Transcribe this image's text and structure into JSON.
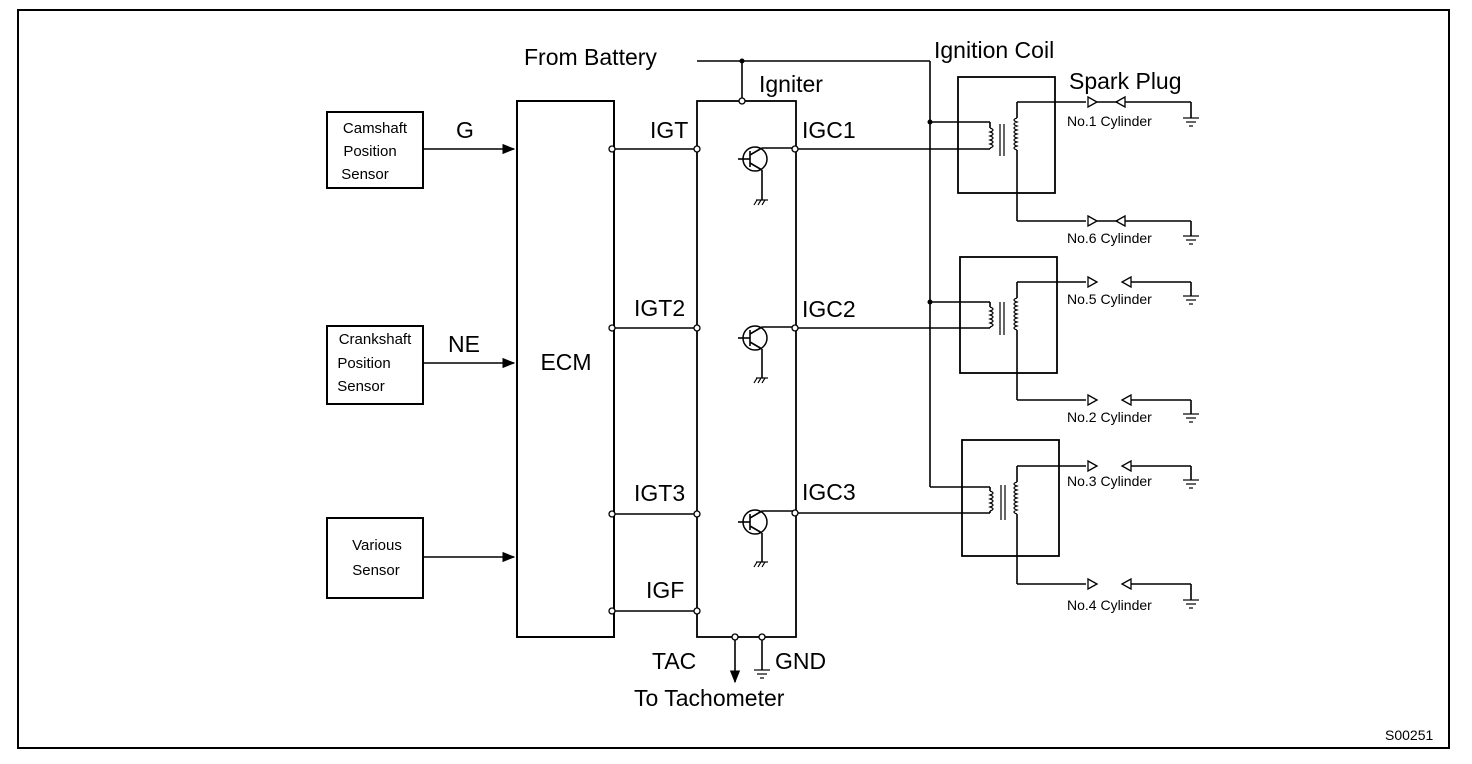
{
  "labels": {
    "from_battery": "From Battery",
    "ignition_coil": "Ignition Coil",
    "igniter": "Igniter",
    "spark_plug": "Spark Plug",
    "ecm": "ECM",
    "to_tachometer": "To Tachometer",
    "figure_id": "S00251"
  },
  "sensors": [
    {
      "lines": [
        "Camshaft",
        "Position",
        "Sensor"
      ],
      "signal": "G"
    },
    {
      "lines": [
        "Crankshaft",
        "Position",
        "Sensor"
      ],
      "signal": "NE"
    },
    {
      "lines": [
        "Various",
        "Sensor"
      ],
      "signal": ""
    }
  ],
  "ecm_terminals": [
    "IGT",
    "IGT2",
    "IGT3",
    "IGF"
  ],
  "igniter_terminals": [
    "IGC1",
    "IGC2",
    "IGC3"
  ],
  "bottom_terminals": [
    "TAC",
    "GND"
  ],
  "cylinders": [
    "No.1 Cylinder",
    "No.6 Cylinder",
    "No.5 Cylinder",
    "No.2 Cylinder",
    "No.3 Cylinder",
    "No.4 Cylinder"
  ]
}
